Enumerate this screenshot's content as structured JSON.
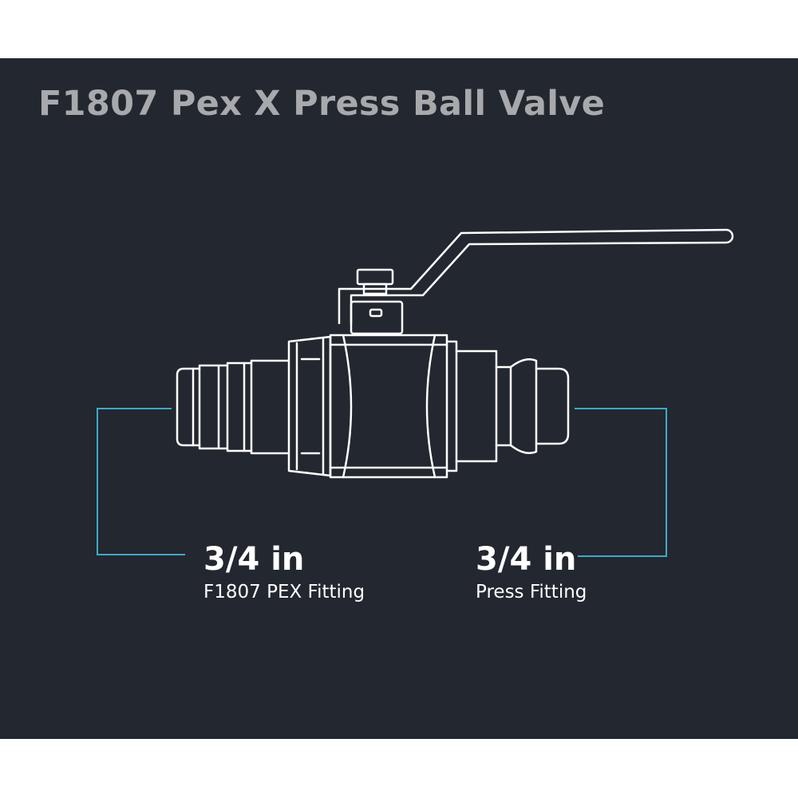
{
  "title": "F1807 Pex X Press Ball Valve",
  "left_fitting": {
    "size": "3/4 in",
    "type": "F1807 PEX Fitting"
  },
  "right_fitting": {
    "size": "3/4 in",
    "type": "Press Fitting"
  },
  "colors": {
    "background": "#23272f",
    "title": "#a7a9ac",
    "outline": "#ffffff",
    "callout": "#3fa9c8",
    "text": "#ffffff"
  },
  "icons": [
    "ball-valve-icon"
  ]
}
